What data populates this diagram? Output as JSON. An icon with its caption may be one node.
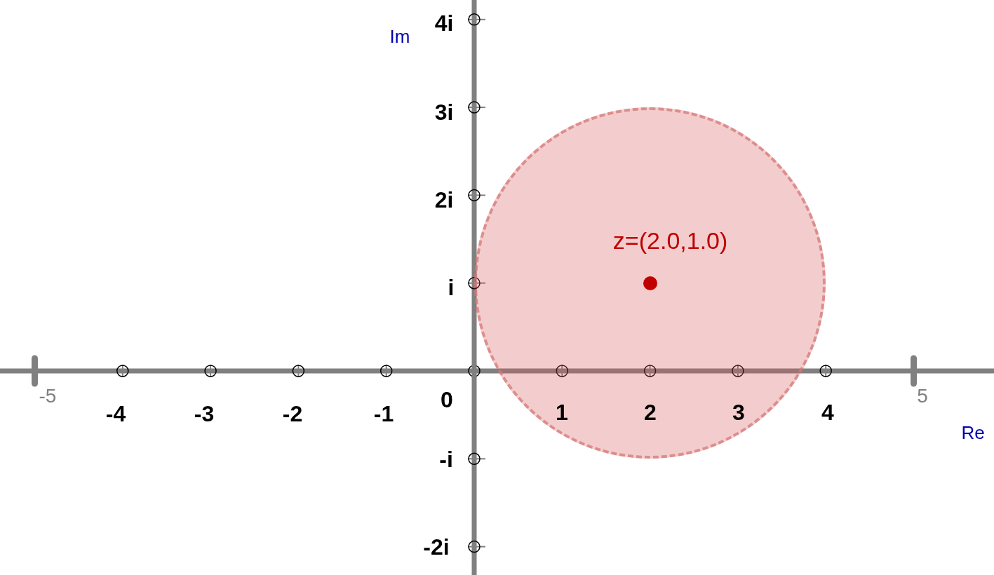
{
  "diagram": {
    "nodes": [
      {
        "text": [
          "z=(2.0,1.0)"
        ]
      }
    ],
    "labels": [
      "4i",
      "Im",
      "3i",
      "2i",
      "i",
      "-5",
      "0",
      "-4",
      "-3",
      "-2",
      "-1",
      "1",
      "2",
      "3",
      "4",
      "5",
      "Re",
      "-i",
      "-2i"
    ]
  }
}
